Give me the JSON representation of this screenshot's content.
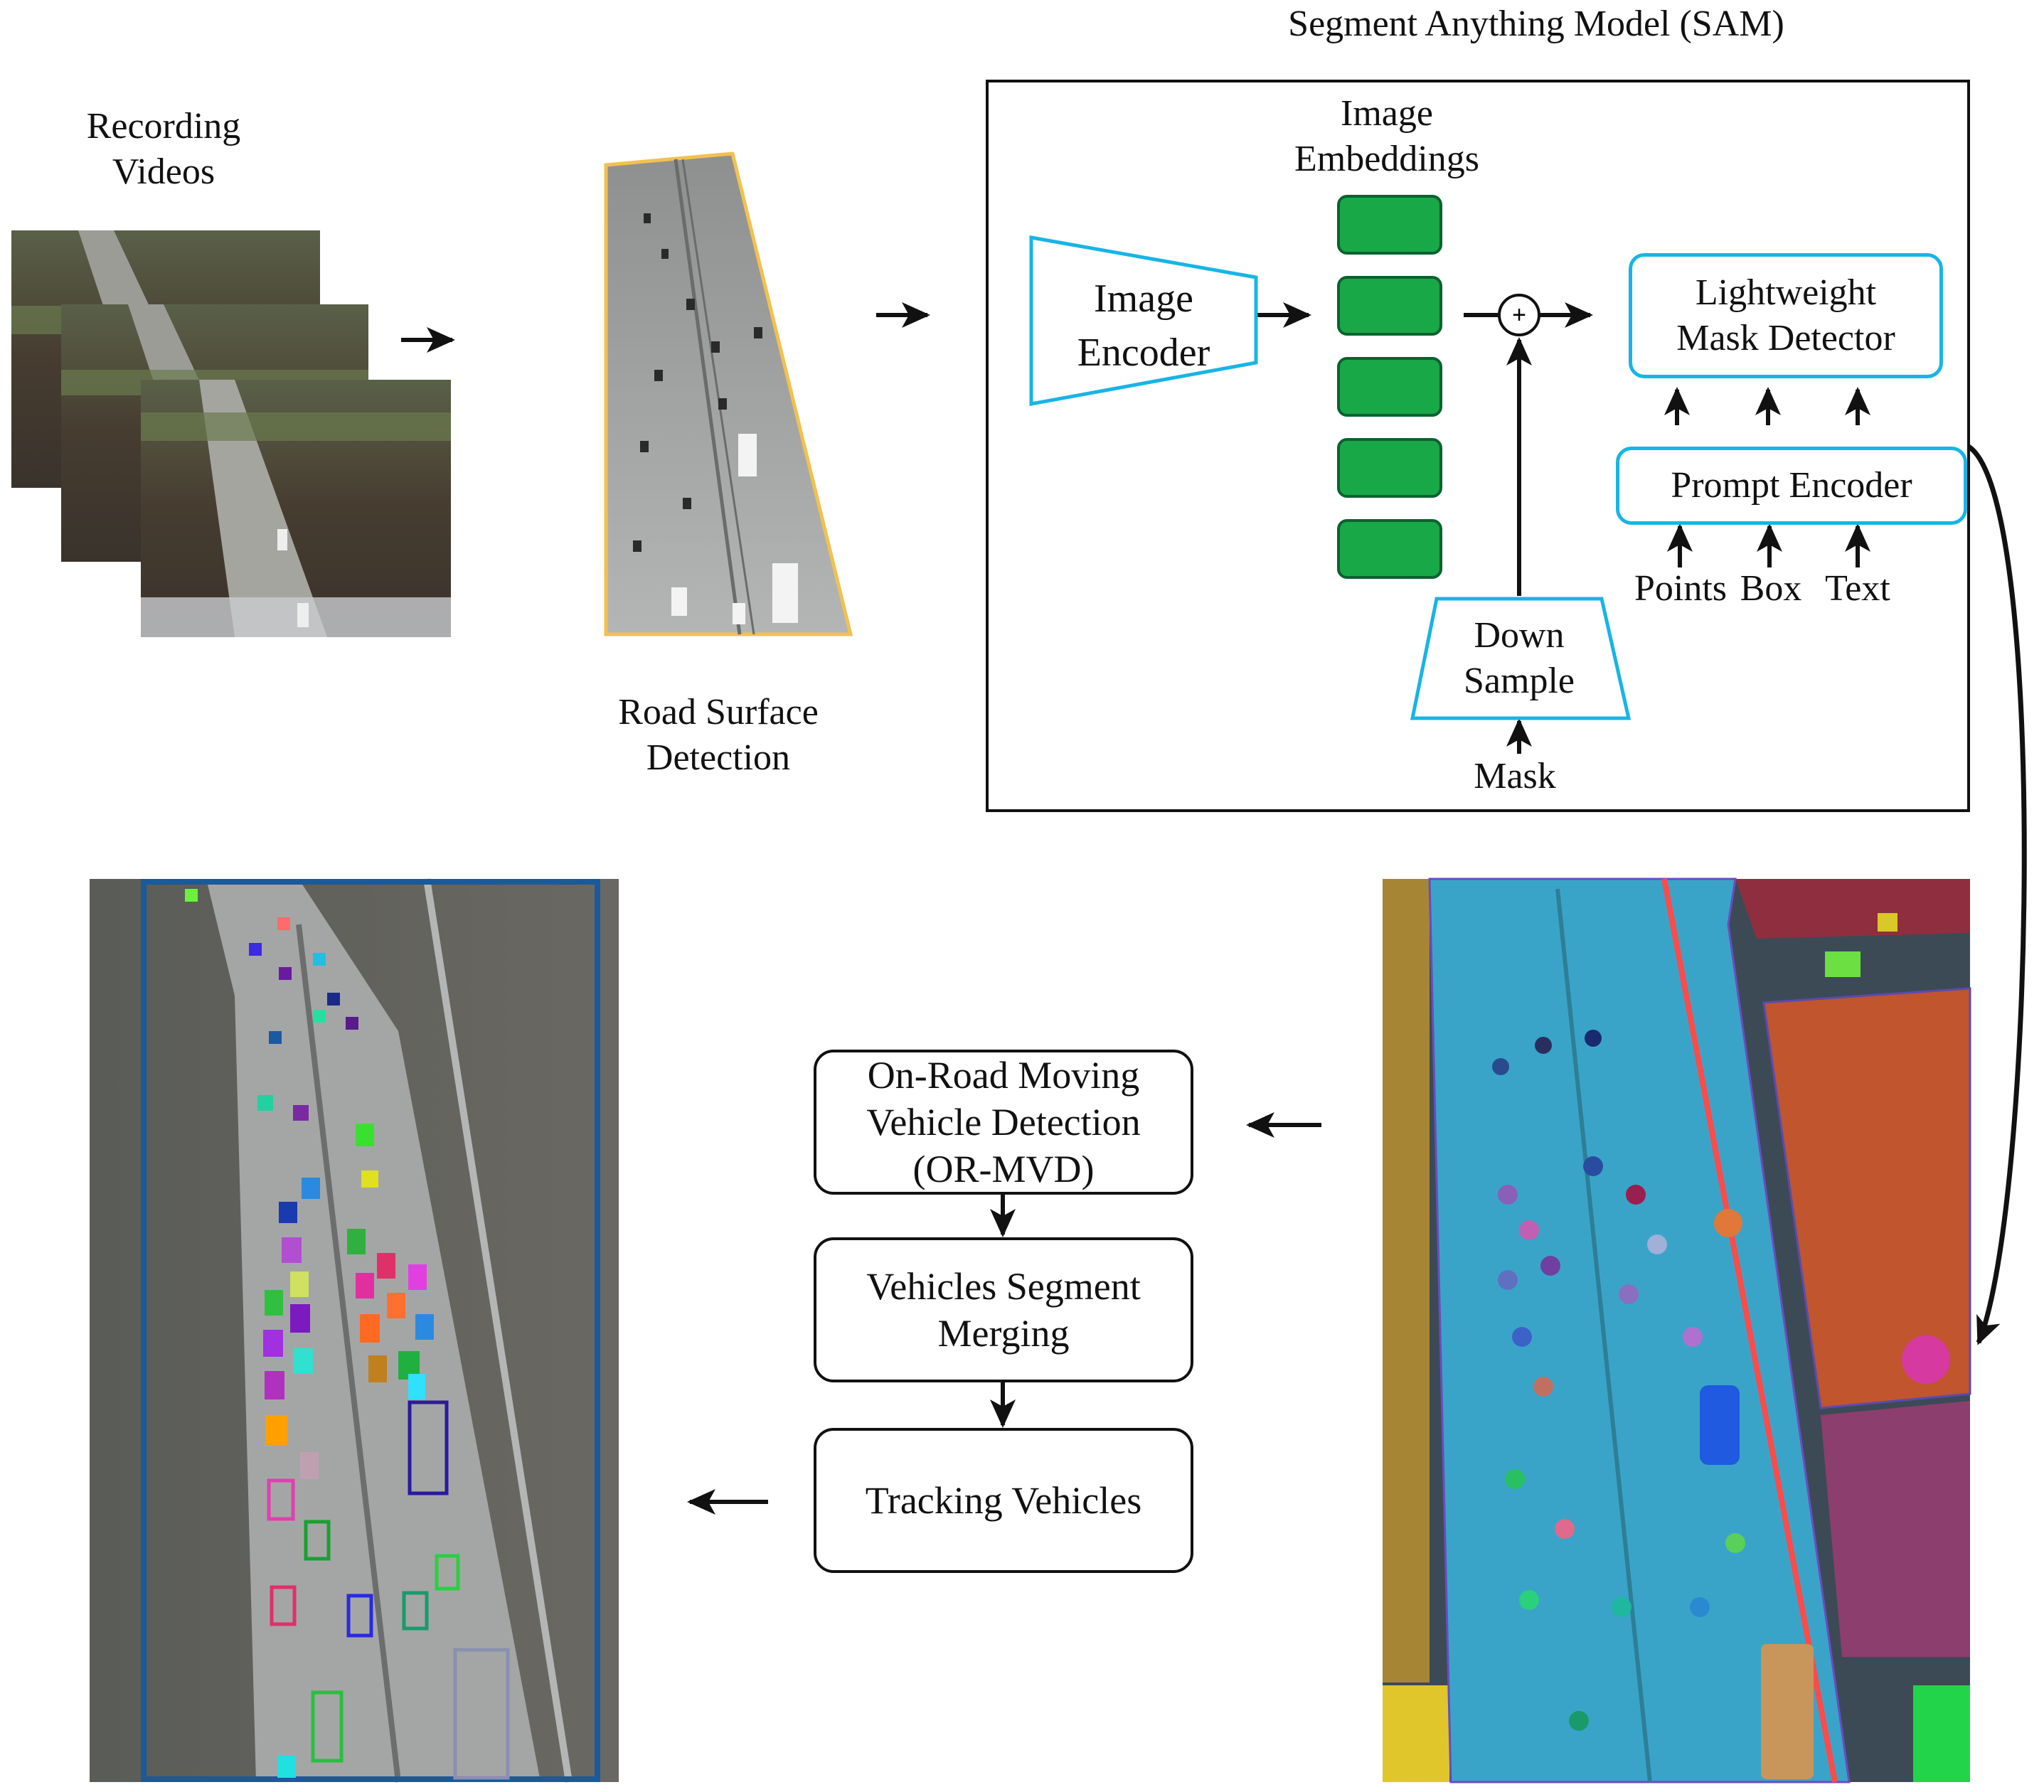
{
  "sam_title": "Segment Anything Model (SAM)",
  "recording": {
    "line1": "Recording",
    "line2": "Videos"
  },
  "road_surface": {
    "line1": "Road Surface",
    "line2": "Detection"
  },
  "image_embeddings": {
    "line1": "Image",
    "line2": "Embeddings"
  },
  "image_encoder": {
    "line1": "Image",
    "line2": "Encoder"
  },
  "mask_detector": {
    "line1": "Lightweight",
    "line2": "Mask Detector"
  },
  "prompt_encoder": "Prompt Encoder",
  "prompts": {
    "points": "Points",
    "box": "Box",
    "text": "Text"
  },
  "down_sample": {
    "line1": "Down",
    "line2": "Sample"
  },
  "mask": "Mask",
  "plus": "+",
  "ormvd": {
    "line1": "On-Road Moving",
    "line2": "Vehicle  Detection",
    "line3": "(OR-MVD)"
  },
  "merging": {
    "line1": "Vehicles  Segment",
    "line2": "Merging"
  },
  "tracking": "Tracking  Vehicles",
  "colors": {
    "sam_cyan": "#18b4e6",
    "embedding_green": "#19a847",
    "road_outline": "#f2c14e",
    "tracking_frame": "#1a5a99"
  }
}
